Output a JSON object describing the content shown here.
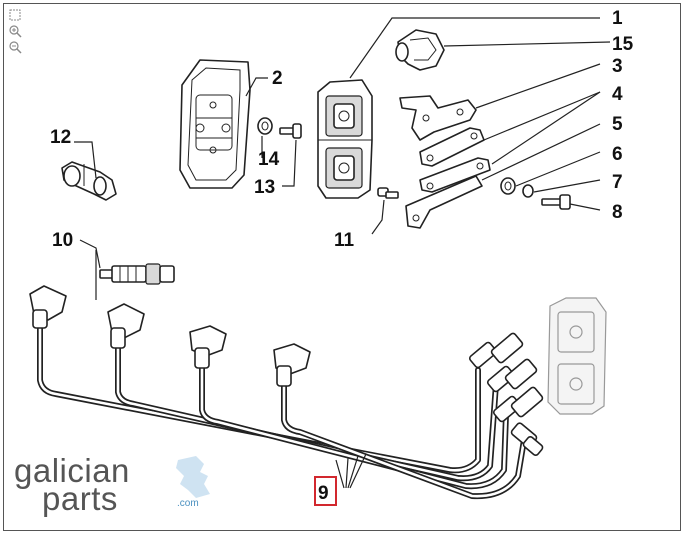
{
  "diagram": {
    "callouts": {
      "c1": "1",
      "c2": "2",
      "c3": "3",
      "c4": "4",
      "c5": "5",
      "c6": "6",
      "c7": "7",
      "c8": "8",
      "c9": "9",
      "c10": "10",
      "c11": "11",
      "c12": "12",
      "c13": "13",
      "c14": "14",
      "c15": "15"
    },
    "highlighted_callout": "9",
    "highlight_color": "#d2282e"
  },
  "logo": {
    "word1": "galician",
    "word2": "parts",
    "domain": ".com",
    "text_color": "#555555",
    "accent_color": "#4a90c0"
  },
  "tools": {
    "icons": [
      "fit-page-icon",
      "zoom-in-icon",
      "zoom-out-icon"
    ]
  }
}
